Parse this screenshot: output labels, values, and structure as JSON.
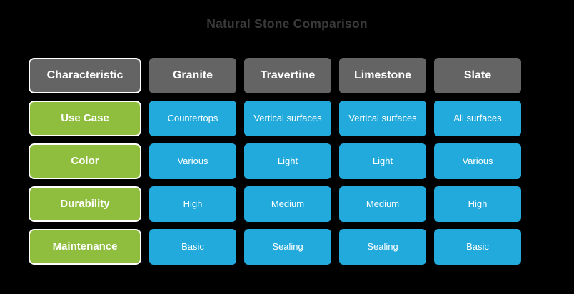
{
  "title": "Natural Stone Comparison",
  "colors": {
    "background": "#000000",
    "title_text": "#3a3a3a",
    "header_cell": "#646464",
    "row_label_cell": "#8fbe3e",
    "value_cell": "#22aadc",
    "cell_text": "#ffffff",
    "label_border": "#ffffff"
  },
  "chart_data": {
    "type": "table",
    "title": "Natural Stone Comparison",
    "xlabel": "",
    "ylabel": "",
    "columns": [
      "Characteristic",
      "Granite",
      "Travertine",
      "Limestone",
      "Slate"
    ],
    "rows": [
      {
        "label": "Use Case",
        "values": [
          "Countertops",
          "Vertical surfaces",
          "Vertical surfaces",
          "All surfaces"
        ]
      },
      {
        "label": "Color",
        "values": [
          "Various",
          "Light",
          "Light",
          "Various"
        ]
      },
      {
        "label": "Durability",
        "values": [
          "High",
          "Medium",
          "Medium",
          "High"
        ]
      },
      {
        "label": "Maintenance",
        "values": [
          "Basic",
          "Sealing",
          "Sealing",
          "Basic"
        ]
      }
    ]
  }
}
